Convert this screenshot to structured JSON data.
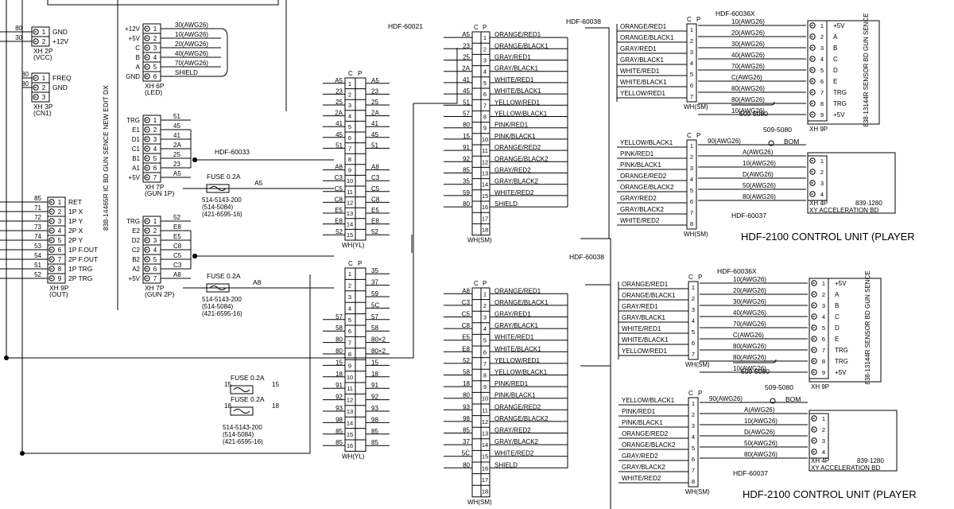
{
  "left_hdr": {
    "name": "XH 2P",
    "sub": "(VCC)",
    "pins": [
      "GND",
      "+12V"
    ],
    "nets": [
      "80",
      "30"
    ]
  },
  "left_cn1": {
    "name": "XH 3P",
    "sub": "(CN1)",
    "pins": [
      "FREQ",
      "GND",
      ""
    ],
    "nets": [
      "80",
      "80",
      ""
    ]
  },
  "left_out": {
    "name": "XH 9P",
    "sub": "(OUT)",
    "pins": [
      "RET",
      "1P X",
      "1P Y",
      "2P X",
      "2P Y",
      "1P F.OUT",
      "2P F.OUT",
      "1P TRG",
      "2P TRG"
    ],
    "nets": [
      "85",
      "71",
      "72",
      "73",
      "74",
      "53",
      "54",
      "51",
      "52"
    ]
  },
  "board_title": "838-14465R IC BD GUN SENCE NEW EDIT DX",
  "led": {
    "name": "XH 6P",
    "sub": "(LED)",
    "left": [
      "+12V",
      "+5V",
      "C",
      "B",
      "A",
      "GND"
    ],
    "right": [
      "30(AWG26)",
      "10(AWG26)",
      "20(AWG26)",
      "40(AWG26)",
      "70(AWG26)",
      "SHIELD"
    ]
  },
  "gun1": {
    "name": "XH 7P",
    "sub": "(GUN 1P)",
    "left": [
      "TRG",
      "E1",
      "D1",
      "C1",
      "B1",
      "A1",
      "+5V"
    ],
    "right": [
      "51",
      "45",
      "41",
      "2A",
      "25",
      "23",
      "A5"
    ]
  },
  "gun2": {
    "name": "XH 7P",
    "sub": "(GUN 2P)",
    "left": [
      "TRG",
      "E2",
      "D2",
      "C2",
      "B2",
      "A2",
      "+5V"
    ],
    "right": [
      "52",
      "E8",
      "E5",
      "C8",
      "C5",
      "C3",
      "A8"
    ]
  },
  "hdf60033": "HDF-60033",
  "fuse": [
    "FUSE 0.2A",
    "FUSE 0.2A",
    "FUSE 0.2A",
    "FUSE 0.2A"
  ],
  "fuse_part": [
    "514-5143-200",
    "(514-5084)",
    "(421-6595-16)"
  ],
  "fuse_nets": [
    "A5",
    "A8",
    "15",
    "18"
  ],
  "yl1": {
    "name": "WH(YL)",
    "c": "C",
    "p": "P",
    "left": [
      "A5",
      "23",
      "25",
      "2A",
      "41",
      "45",
      "51",
      "",
      "A8",
      "C3",
      "C5",
      "C8",
      "E5",
      "E8",
      "52"
    ],
    "right": [
      "A5",
      "23",
      "25",
      "2A",
      "41",
      "45",
      "51",
      "",
      "A8",
      "C3",
      "C5",
      "C8",
      "E5",
      "E8",
      "52"
    ]
  },
  "yl2": {
    "name": "WH(YL)",
    "c": "C",
    "p": "P",
    "left": [
      "",
      "",
      "",
      "",
      "57",
      "58",
      "80",
      "80",
      "15",
      "18",
      "91",
      "92",
      "93",
      "98",
      "85",
      "85"
    ],
    "right": [
      "35",
      "37",
      "59",
      "5C",
      "57",
      "58",
      "80×2",
      "80×2",
      "15",
      "18",
      "91",
      "92",
      "93",
      "98",
      "85",
      "85"
    ]
  },
  "hdf60021": "HDF-60021",
  "sm1": {
    "name": "WH(SM)",
    "c": "C",
    "p": "P",
    "left": [
      "A5",
      "23",
      "25",
      "2A",
      "41",
      "45",
      "51",
      "57",
      "80",
      "15",
      "91",
      "92",
      "85",
      "35",
      "59",
      "80",
      "",
      ""
    ],
    "right": [
      "ORANGE/RED1",
      "ORANGE/BLACK1",
      "GRAY/RED1",
      "GRAY/BLACK1",
      "WHITE/RED1",
      "WHITE/BLACK1",
      "YELLOW/RED1",
      "YELLOW/BLACK1",
      "PINK/RED1",
      "PINK/BLACK1",
      "ORANGE/RED2",
      "ORANGE/BLACK2",
      "GRAY/RED2",
      "GRAY/BLACK2",
      "WHITE/RED2",
      "SHIELD",
      "",
      ""
    ]
  },
  "sm2": {
    "name": "WH(SM)",
    "c": "C",
    "p": "P",
    "left": [
      "A8",
      "C3",
      "C5",
      "C8",
      "E5",
      "E8",
      "52",
      "58",
      "18",
      "80",
      "93",
      "98",
      "85",
      "37",
      "5C",
      "80",
      "",
      ""
    ],
    "right": [
      "ORANGE/RED1",
      "ORANGE/BLACK1",
      "GRAY/RED1",
      "GRAY/BLACK1",
      "WHITE/RED1",
      "WHITE/BLACK1",
      "YELLOW/RED1",
      "YELLOW/BLACK1",
      "PINK/RED1",
      "PINK/BLACK1",
      "ORANGE/RED2",
      "ORANGE/BLACK2",
      "GRAY/RED2",
      "GRAY/BLACK2",
      "WHITE/RED2",
      "SHIELD",
      "",
      ""
    ]
  },
  "hdf60038": "HDF-60038",
  "unit1": {
    "title": "HDF-2100 CONTROL UNIT (PLAYER",
    "hdf60036x": "HDF-60036X",
    "hdf60037": "HDF-60037",
    "j5080": "509-5080",
    "bom": "BOM",
    "smA": {
      "name": "WH(SM)",
      "c": "C",
      "p": "P",
      "labels": [
        "ORANGE/RED1",
        "ORANGE/BLACK1",
        "GRAY/RED1",
        "GRAY/BLACK1",
        "WHITE/RED1",
        "WHITE/BLACK1",
        "YELLOW/RED1"
      ]
    },
    "wiresA": [
      "10(AWG26)",
      "20(AWG26)",
      "30(AWG26)",
      "40(AWG26)",
      "70(AWG26)",
      "C(AWG26)",
      "80(AWG26)",
      "80(AWG26)",
      "10(AWG26)"
    ],
    "sensor": {
      "name": "XH 9P",
      "board": "838-13144R SENSOR BD GUN SENCE",
      "pins": [
        "+5V",
        "A",
        "B",
        "C",
        "D",
        "E",
        "TRG",
        "TRG",
        "+5V"
      ]
    },
    "smB": {
      "name": "WH(SM)",
      "c": "C",
      "p": "P",
      "labels": [
        "YELLOW/BLACK1",
        "PINK/RED1",
        "PINK/BLACK1",
        "ORANGE/RED2",
        "ORANGE/BLACK2",
        "GRAY/RED2",
        "GRAY/BLACK2",
        "WHITE/RED2"
      ]
    },
    "wiresB": [
      "90(AWG26)",
      "A(AWG26)",
      "10(AWG26)",
      "D(AWG26)",
      "50(AWG26)",
      "80(AWG26)"
    ],
    "accel": {
      "name": "XH 4P",
      "part": "839-1280",
      "board": "XY ACCELERATION BD"
    }
  },
  "unit2": {
    "title": "HDF-2100 CONTROL UNIT (PLAYER",
    "hdf60036x": "HDF-60036X",
    "hdf60037": "HDF-60037",
    "j5080": "509-5080",
    "bom": "BOM",
    "smA": {
      "name": "WH(SM)",
      "c": "C",
      "p": "P",
      "labels": [
        "ORANGE/RED1",
        "ORANGE/BLACK1",
        "GRAY/RED1",
        "GRAY/BLACK1",
        "WHITE/RED1",
        "WHITE/BLACK1",
        "YELLOW/RED1"
      ]
    },
    "wiresA": [
      "10(AWG26)",
      "20(AWG26)",
      "30(AWG26)",
      "40(AWG26)",
      "70(AWG26)",
      "C(AWG26)",
      "80(AWG26)",
      "80(AWG26)",
      "10(AWG26)"
    ],
    "sensor": {
      "name": "XH 9P",
      "board": "838-13144R SENSOR BD GUN SENCE",
      "pins": [
        "+5V",
        "A",
        "B",
        "C",
        "D",
        "E",
        "TRG",
        "TRG",
        "+5V"
      ]
    },
    "smB": {
      "name": "WH(SM)",
      "c": "C",
      "p": "P",
      "labels": [
        "YELLOW/BLACK1",
        "PINK/RED1",
        "PINK/BLACK1",
        "ORANGE/RED2",
        "ORANGE/BLACK2",
        "GRAY/RED2",
        "GRAY/BLACK2",
        "WHITE/RED2"
      ]
    },
    "wiresB": [
      "90(AWG26)",
      "A(AWG26)",
      "10(AWG26)",
      "D(AWG26)",
      "50(AWG26)",
      "80(AWG26)"
    ],
    "accel": {
      "name": "XH 4P",
      "part": "839-1280",
      "board": "XY ACCELERATION BD"
    }
  }
}
